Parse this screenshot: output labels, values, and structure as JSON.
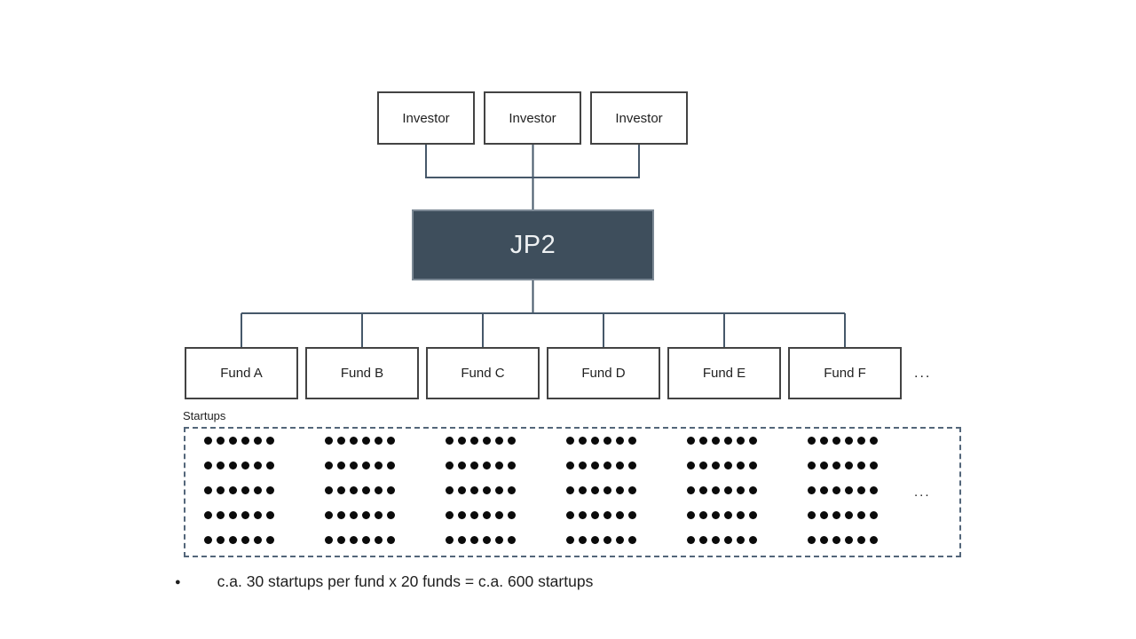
{
  "diagram": {
    "investors": {
      "labels": [
        "Investor",
        "Investor",
        "Investor"
      ]
    },
    "parent": {
      "label": "JP2"
    },
    "funds": {
      "labels": [
        "Fund A",
        "Fund B",
        "Fund C",
        "Fund D",
        "Fund E",
        "Fund F"
      ],
      "ellipsis": "..."
    },
    "startups": {
      "label": "Startups",
      "clusters": 6,
      "rows_per_cluster": 5,
      "dots_per_row": 6,
      "ellipsis": "..."
    },
    "note": {
      "bullet": "●",
      "text": "c.a. 30 startups per fund x 20 funds = c.a. 600 startups"
    }
  },
  "colors": {
    "parent_fill": "#3e4e5c",
    "parent_border": "#7b8894",
    "parent_text": "#eef1f3",
    "box_border": "#434343",
    "line": "#46586a",
    "dashed_border": "#53667a",
    "dot": "#0b0b0b",
    "text": "#1f1f1f"
  }
}
